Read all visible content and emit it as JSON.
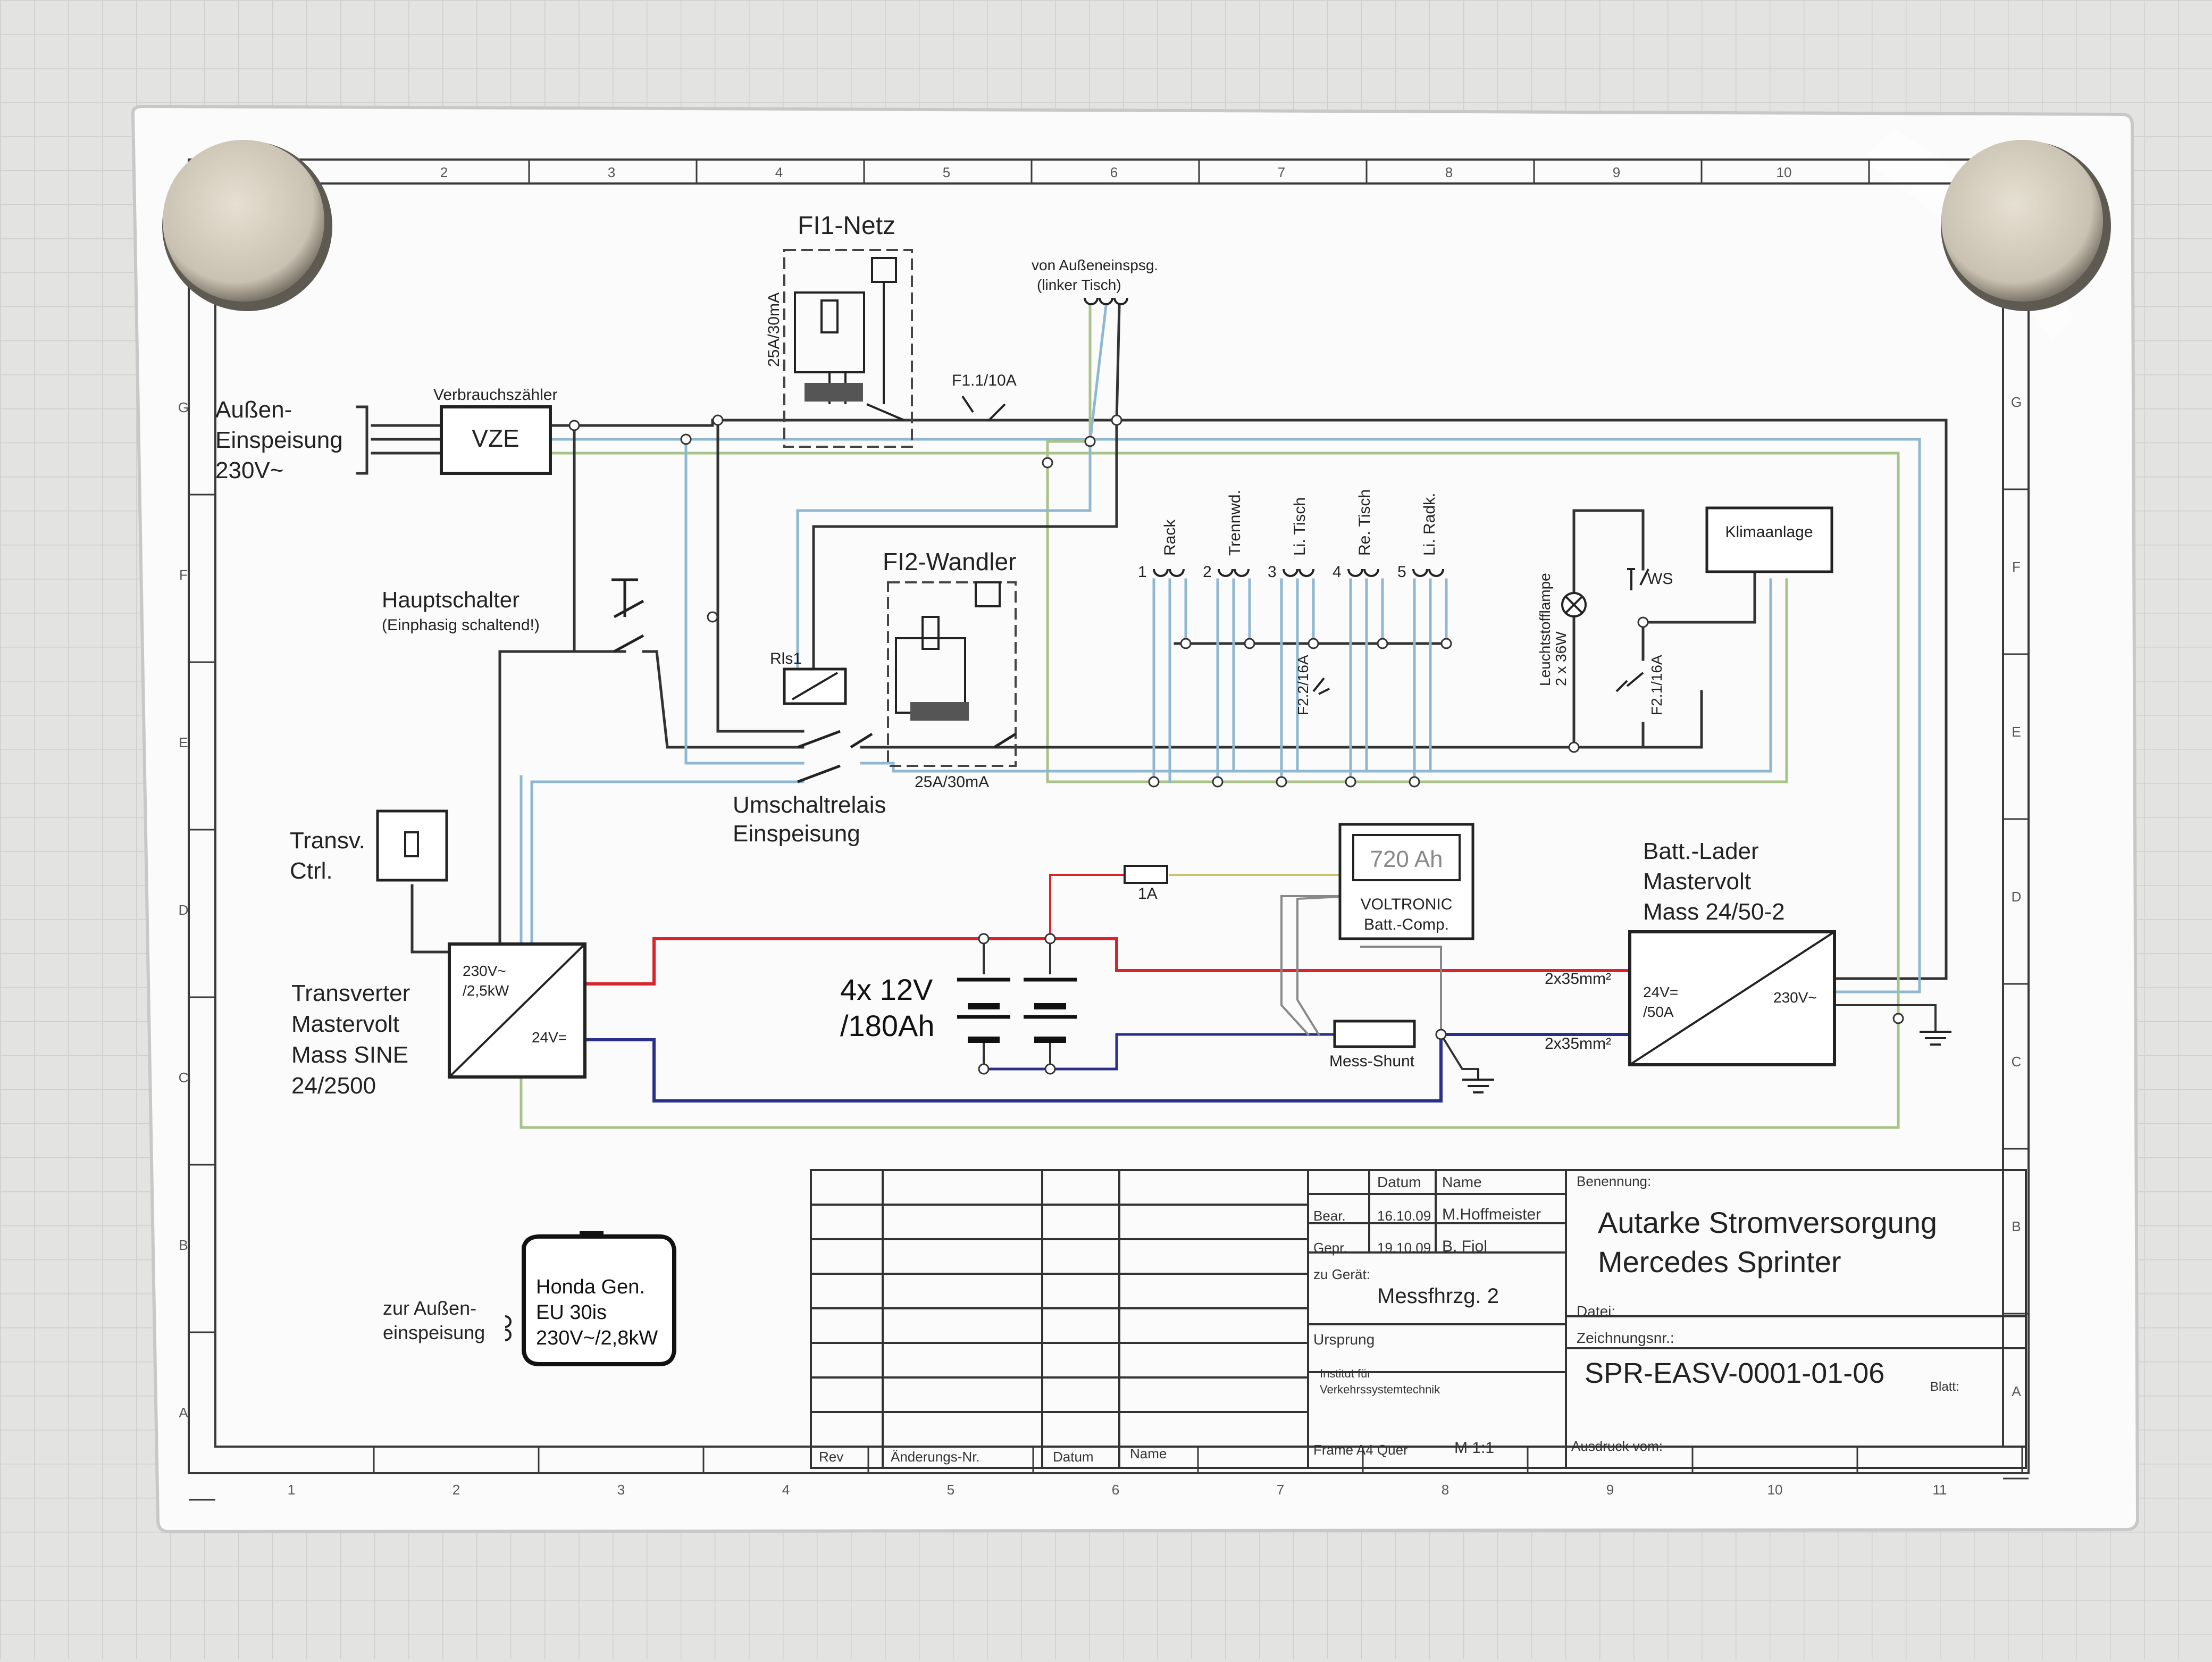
{
  "border": {
    "top_numbers": [
      "2",
      "3",
      "4",
      "5",
      "6",
      "7",
      "8",
      "9",
      "10"
    ],
    "bottom_numbers": [
      "1",
      "2",
      "3",
      "4",
      "5",
      "6",
      "7",
      "8",
      "9",
      "10",
      "11"
    ],
    "left_letters": [
      "G",
      "F",
      "E",
      "D",
      "C",
      "B",
      "A"
    ],
    "right_letters": [
      "G",
      "F",
      "E",
      "D",
      "C",
      "B",
      "A"
    ]
  },
  "mains": {
    "title_line1": "Außen-",
    "title_line2": "Einspeisung",
    "title_line3": "230V~",
    "meter_caption": "Verbrauchszähler",
    "meter_box": "VZE"
  },
  "main_switch": {
    "label": "Hauptschalter",
    "sublabel": "(Einphasig schaltend!)"
  },
  "fi1": {
    "title": "FI1-Netz",
    "rating": "25A/30mA"
  },
  "external": {
    "line1": "von Außeneinspsg.",
    "line2": "(linker Tisch)"
  },
  "fuse_f11": "F1.1/10A",
  "fi2": {
    "title": "FI2-Wandler",
    "rating": "25A/30mA",
    "relay": "Rls1"
  },
  "changeover": {
    "line1": "Umschaltrelais",
    "line2": "Einspeisung"
  },
  "sockets": [
    {
      "num": "1",
      "label": "Rack"
    },
    {
      "num": "2",
      "label": "Trennwd."
    },
    {
      "num": "3",
      "label": "Li. Tisch"
    },
    {
      "num": "4",
      "label": "Re. Tisch"
    },
    {
      "num": "5",
      "label": "Li. Radk."
    }
  ],
  "fuse_f22": "F2.2/16A",
  "fuse_f21": "F2.1/16A",
  "lamp": {
    "line1": "Leuchtstofflampe",
    "line2": "2 x 36W"
  },
  "ws_label": "WS",
  "aircon": "Klimaanlage",
  "transv_ctrl": {
    "line1": "Transv.",
    "line2": "Ctrl."
  },
  "transverter": {
    "line1": "Transverter",
    "line2": "Mastervolt",
    "line3": "Mass SINE",
    "line4": "24/2500",
    "ac": "230V~",
    "ac_power": "/2,5kW",
    "dc": "24V="
  },
  "battery": {
    "line1": "4x 12V",
    "line2": "/180Ah"
  },
  "fuse_1a": "1A",
  "voltronic": {
    "display": "720 Ah",
    "line1": "VOLTRONIC",
    "line2": "Batt.-Comp."
  },
  "shunt": "Mess-Shunt",
  "charger": {
    "line1": "Batt.-Lader",
    "line2": "Mastervolt",
    "line3": "Mass 24/50-2",
    "dc": "24V=",
    "dc_current": "/50A",
    "ac": "230V~"
  },
  "cable_pos": "2x35mm²",
  "cable_neg": "2x35mm²",
  "generator": {
    "line1": "Honda Gen.",
    "line2": "EU 30is",
    "line3": "230V~/2,8kW",
    "side1": "zur Außen-",
    "side2": "einspeisung"
  },
  "title_block": {
    "col_datum": "Datum",
    "col_name": "Name",
    "bear_label": "Bear.",
    "bear_date": "16.10.09",
    "bear_name": "M.Hoffmeister",
    "gepr_label": "Gepr.",
    "gepr_date": "19.10.09",
    "gepr_name": "B. Fiol",
    "zu_geraet_label": "zu Gerät:",
    "zu_geraet": "Messfhrzg. 2",
    "ursprung_label": "Ursprung",
    "ursprung_line1": "Institut für",
    "ursprung_line2": "Verkehrssystemtechnik",
    "benennung_label": "Benennung:",
    "title_line1": "Autarke Stromversorgung",
    "title_line2": "Mercedes Sprinter",
    "datei_label": "Datei:",
    "zeichnungsnr_label": "Zeichnungsnr.:",
    "drawing_no": "SPR-EASV-0001-01-06",
    "blatt_label": "Blatt:",
    "rev_label": "Rev",
    "aenderung_label": "Änderungs-Nr.",
    "datum2_label": "Datum",
    "name2_label": "Name",
    "frame_label": "Frame A4 Quer",
    "scale": "M 1:1",
    "ausdruck_label": "Ausdruck vom:"
  },
  "colors": {
    "wall": "#e3e3e1",
    "paper": "#f7f7f7",
    "ink": "#2a2a2a",
    "wire_blue_light": "#8fb8d0",
    "wire_green": "#a8c28a",
    "wire_yellow": "#c9c46a",
    "dc_positive": "#d8242a",
    "dc_negative": "#2a2f8a",
    "magnet": "#cfc8b8"
  }
}
